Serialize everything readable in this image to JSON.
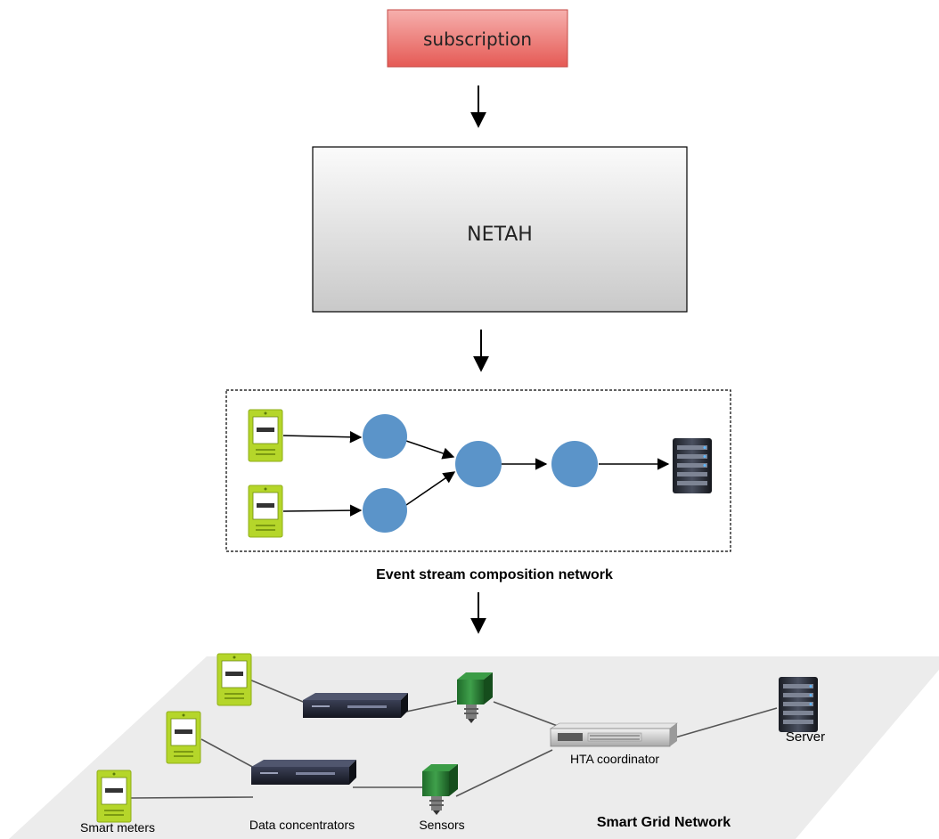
{
  "diagram": {
    "subscription": {
      "label": "subscription"
    },
    "netah": {
      "label": "NETAH"
    },
    "composition": {
      "caption": "Event stream composition network"
    },
    "grid": {
      "caption": "Smart Grid Network",
      "labels": {
        "smart_meters": "Smart meters",
        "data_concentrators": "Data concentrators",
        "sensors": "Sensors",
        "hta": "HTA coordinator",
        "server": "Server"
      }
    }
  }
}
